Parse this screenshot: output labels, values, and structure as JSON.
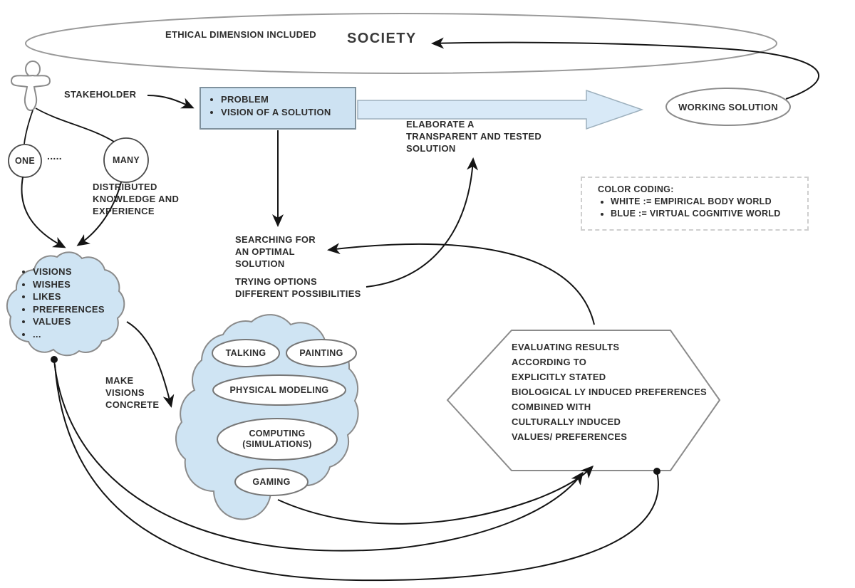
{
  "society": {
    "label": "SOCIETY",
    "ethical": "ETHICAL DIMENSION INCLUDED"
  },
  "stakeholder": {
    "label": "STAKEHOLDER",
    "one": "ONE",
    "dots": ".....",
    "many": "MANY",
    "distributed": "DISTRIBUTED\nKNOWLEDGE AND\nEXPERIENCE"
  },
  "problem_box": {
    "items": [
      "PROBLEM",
      "VISION OF A SOLUTION"
    ]
  },
  "flow": {
    "elaborate": "ELABORATE A\nTRANSPARENT AND TESTED\nSOLUTION",
    "searching": "SEARCHING FOR\nAN OPTIMAL\nSOLUTION",
    "trying": "TRYING OPTIONS\nDIFFERENT POSSIBILITIES",
    "make_concrete": "MAKE\nVISIONS\nCONCRETE"
  },
  "working_solution": {
    "label": "WORKING SOLUTION"
  },
  "left_cloud": {
    "items": [
      "VISIONS",
      "WISHES",
      "LIKES",
      "PREFERENCES",
      "VALUES",
      "..."
    ]
  },
  "activity_cloud": {
    "talking": "TALKING",
    "painting": "PAINTING",
    "physical": "PHYSICAL MODELING",
    "computing": "COMPUTING\n(SIMULATIONS)",
    "gaming": "GAMING"
  },
  "color_coding": {
    "title": "COLOR CODING:",
    "items": [
      "WHITE := EMPIRICAL BODY WORLD",
      "BLUE := VIRTUAL COGNITIVE WORLD"
    ]
  },
  "hexagon": {
    "text": "EVALUATING RESULTS\nACCORDING TO\nEXPLICITLY STATED\nBIOLOGICAL LY INDUCED PREFERENCES\nCOMBINED WITH\nCULTURALLY INDUCED\nVALUES/ PREFERENCES"
  },
  "colors": {
    "virtual_blue": "#cfe4f3",
    "shape_stroke": "#8b8b8b",
    "connector_black": "#141414"
  }
}
